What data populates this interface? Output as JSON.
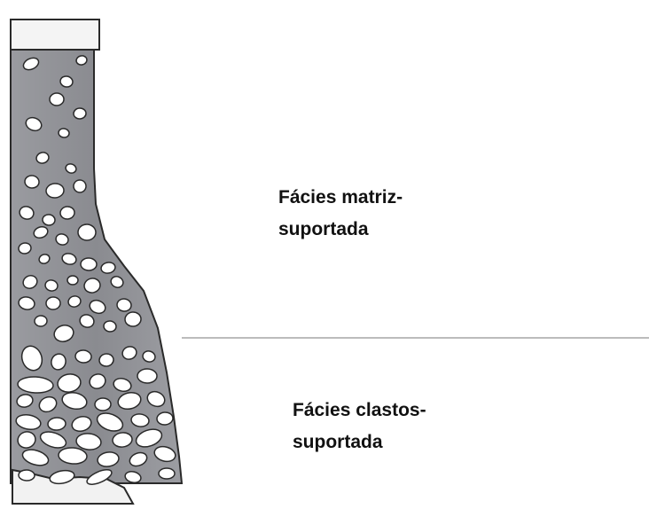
{
  "diagram": {
    "labels": {
      "matrix_supported": {
        "line1": "Fácies matriz-",
        "line2": "suportada"
      },
      "clast_supported": {
        "line1": "Fácies clastos-",
        "line2": "suportada"
      }
    },
    "colors": {
      "matrix_fill": "#8f9094",
      "clast_fill": "#ffffff",
      "outline": "#2a2a2a",
      "divider": "#a6a6a6",
      "text": "#111111"
    }
  }
}
